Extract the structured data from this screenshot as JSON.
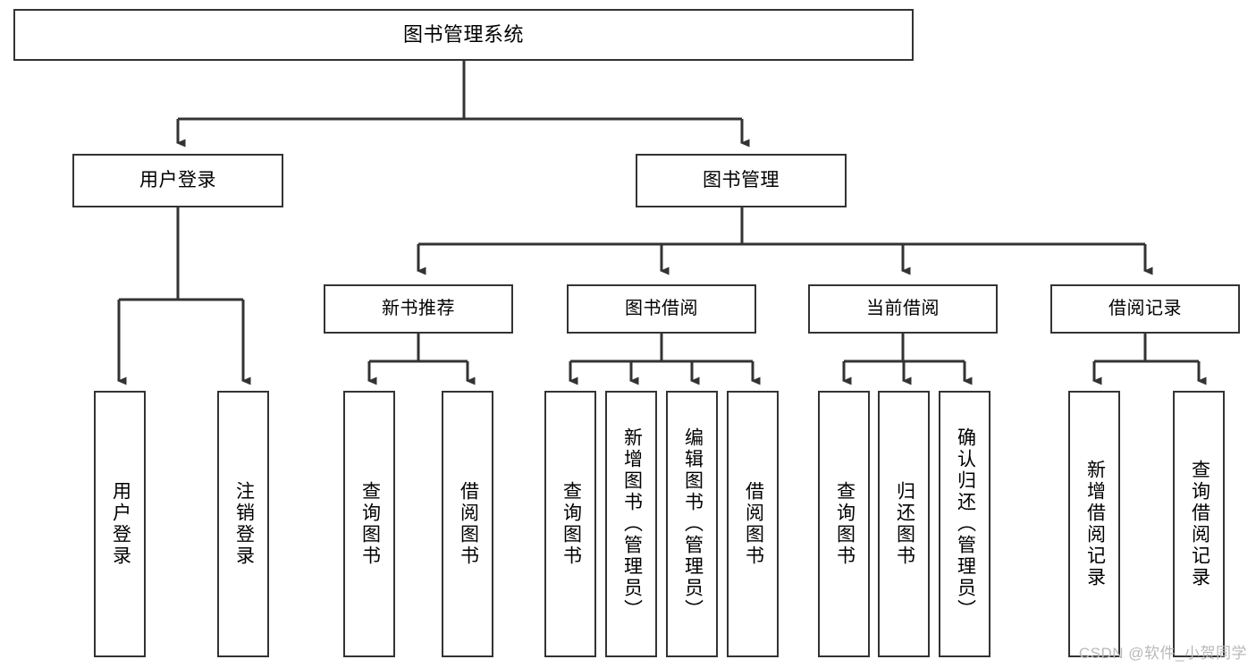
{
  "diagram": {
    "title": "图书管理系统",
    "watermark": "CSDN @软件_小贺同学",
    "colors": {
      "box_border": "#333333",
      "box_fill": "#ffffff",
      "edge": "#333333",
      "text": "#000000",
      "watermark": "#b9b9b9"
    },
    "root": {
      "label": "图书管理系统"
    },
    "level1": [
      {
        "label": "用户登录"
      },
      {
        "label": "图书管理"
      }
    ],
    "level2": [
      {
        "label": "新书推荐"
      },
      {
        "label": "图书借阅"
      },
      {
        "label": "当前借阅"
      },
      {
        "label": "借阅记录"
      }
    ],
    "leaves": {
      "user_login": [
        {
          "label": "用户登录"
        },
        {
          "label": "注销登录"
        }
      ],
      "new_book": [
        {
          "label": "查询图书"
        },
        {
          "label": "借阅图书"
        }
      ],
      "borrow_book": [
        {
          "label": "查询图书"
        },
        {
          "label": "新增图书（管理员）"
        },
        {
          "label": "编辑图书（管理员）"
        },
        {
          "label": "借阅图书"
        }
      ],
      "current_borrow": [
        {
          "label": "查询图书"
        },
        {
          "label": "归还图书"
        },
        {
          "label": "确认归还（管理员）"
        }
      ],
      "borrow_record": [
        {
          "label": "新增借阅记录"
        },
        {
          "label": "查询借阅记录"
        }
      ]
    }
  }
}
